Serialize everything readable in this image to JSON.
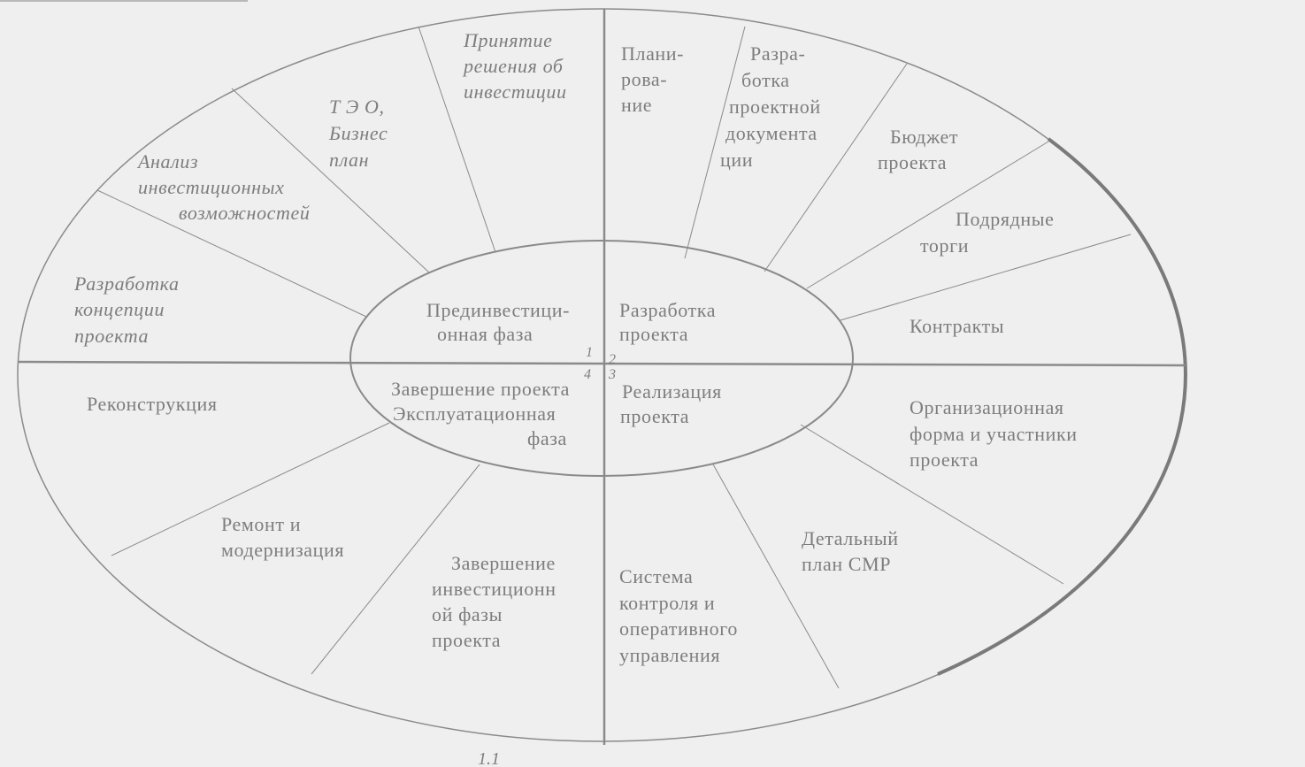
{
  "inner_phases": {
    "q1": [
      "Прединвестици-",
      "онная фаза"
    ],
    "q2": [
      "Разработка",
      "проекта"
    ],
    "q3": [
      "Реализация",
      "проекта"
    ],
    "q4": [
      "Завершение проекта",
      "Эксплуатационная",
      "фаза"
    ]
  },
  "phase_numbers": [
    "1",
    "2",
    "3",
    "4"
  ],
  "outer_stages": {
    "razrabotka_koncepcii": [
      "Разработка",
      "концепции",
      "проекта"
    ],
    "analiz": [
      "Анализ",
      "инвестиционных",
      "возможностей"
    ],
    "teo": [
      "Т Э О,",
      "Бизнес",
      "план"
    ],
    "prinyatie": [
      "Принятие",
      "решения об",
      "инвестиции"
    ],
    "planirovanie": [
      "Плани-",
      "рова-",
      "ние"
    ],
    "proektnaya_dok": [
      "Разра-",
      "ботка",
      "проектной",
      "документа",
      "ции"
    ],
    "budget": [
      "Бюджет",
      "проекта"
    ],
    "torgi": [
      "Подрядные",
      "торги"
    ],
    "kontrakty": [
      "Контракты"
    ],
    "org_forma": [
      "Организационная",
      "форма и участники",
      "проекта"
    ],
    "plan_smr": [
      "Детальный",
      "план СМР"
    ],
    "sistema_kontrolya": [
      "Система",
      "контроля и",
      "оперативного",
      "управления"
    ],
    "zavershenie_invest": [
      "Завершение",
      "инвестиционн",
      "ой фазы",
      "проекта"
    ],
    "remont": [
      "Ремонт и",
      "модернизация"
    ],
    "rekonstrukciya": [
      "Реконструкция"
    ]
  },
  "caption": "1.1"
}
